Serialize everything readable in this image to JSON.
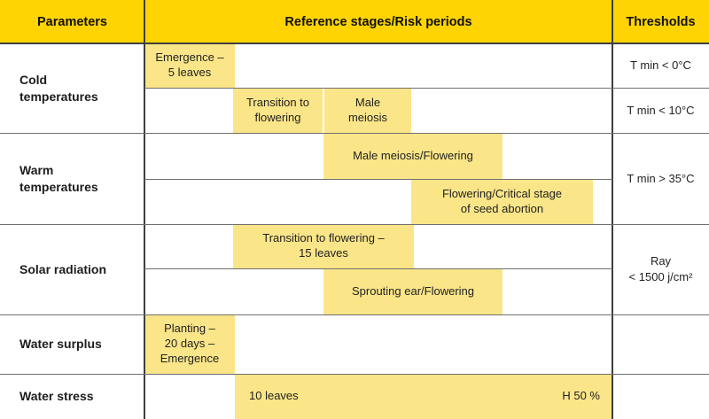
{
  "header": {
    "parameters": "Parameters",
    "reference": "Reference stages/Risk periods",
    "thresholds": "Thresholds"
  },
  "parameters": {
    "cold": "Cold temperatures",
    "warm": "Warm temperatures",
    "solar": "Solar radiation",
    "surplus": "Water surplus",
    "stress": "Water stress"
  },
  "bars": {
    "cold_row1": "Emergence –\n5 leaves",
    "cold_row2_a": "Transition to\nflowering",
    "cold_row2_b": "Male\nmeiosis",
    "warm_row1": "Male meiosis/Flowering",
    "warm_row2": "Flowering/Critical stage\nof seed abortion",
    "solar_row1": "Transition to flowering –\n15 leaves",
    "solar_row2": "Sprouting ear/Flowering",
    "surplus": "Planting –\n20 days –\nEmergence",
    "stress_left": "10 leaves",
    "stress_right": "H 50 %"
  },
  "thresholds": {
    "cold_row1": "T min < 0°C",
    "cold_row2": "T min < 10°C",
    "warm": "T min > 35°C",
    "solar": "Ray\n< 1500 j/cm²"
  },
  "colors": {
    "header_yellow": "#FFD402",
    "bar_yellow": "#FAE588",
    "grid_dark": "#3F3F3F",
    "grid_gray": "#6F6F6F",
    "text": "#1F1F1F"
  }
}
